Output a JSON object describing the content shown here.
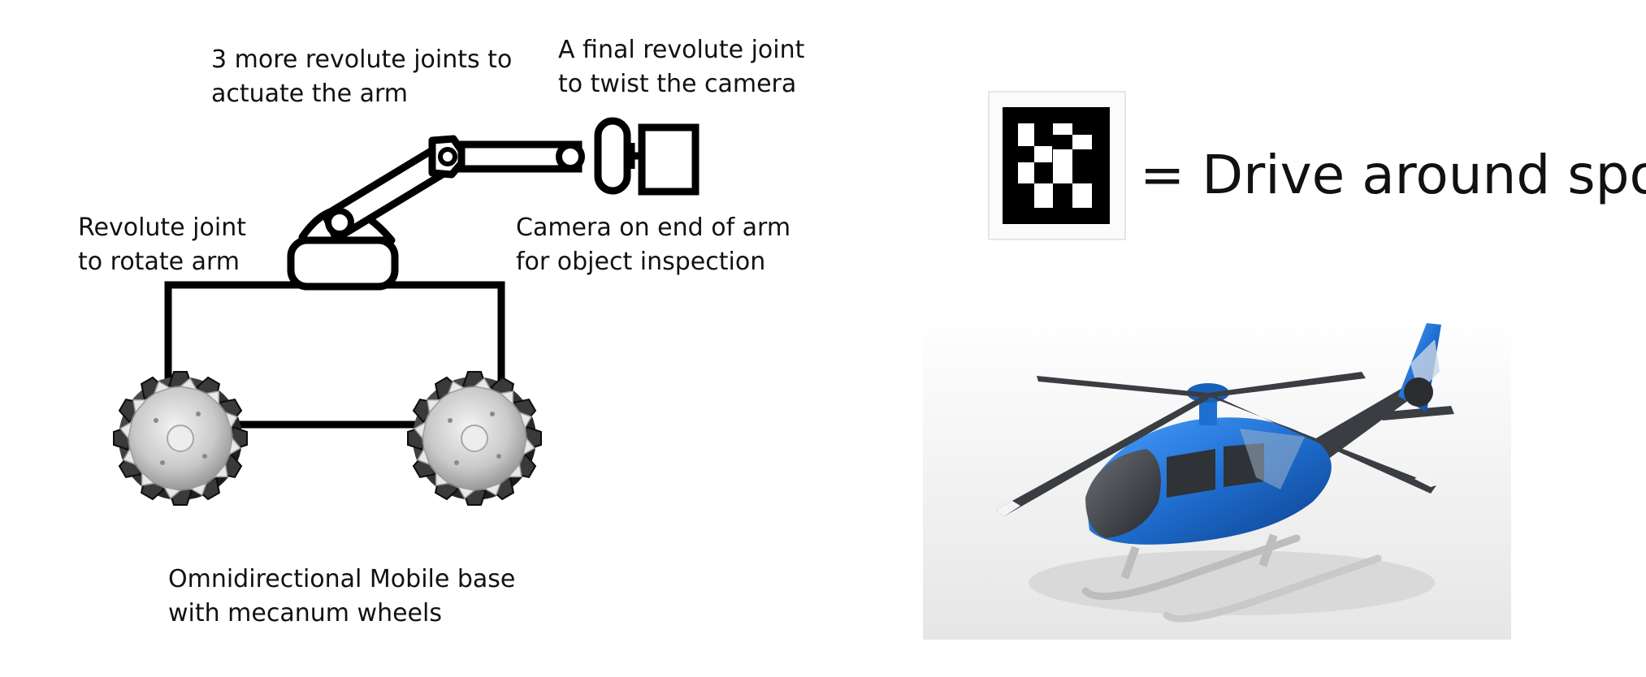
{
  "labels": {
    "arm_joints": [
      "3 more revolute joints to",
      "actuate the arm"
    ],
    "final_joint": [
      "A final revolute joint",
      "to twist the camera"
    ],
    "rotate_joint": [
      "Revolute joint",
      "to rotate arm"
    ],
    "camera": [
      "Camera on end of arm",
      "for object inspection"
    ],
    "base": [
      "Omnidirectional Mobile base",
      "with mecanum wheels"
    ]
  },
  "marker_caption": "= Drive around spot",
  "icons": {
    "robot": "robot-arm-diagram-icon",
    "wheel": "mecanum-wheel-icon",
    "marker": "aruco-marker-icon",
    "helicopter": "helicopter-icon"
  },
  "colors": {
    "line": "#000000",
    "heli_blue": "#1f6fd1",
    "heli_dark": "#3a3d42",
    "heli_background": "#ececec"
  }
}
